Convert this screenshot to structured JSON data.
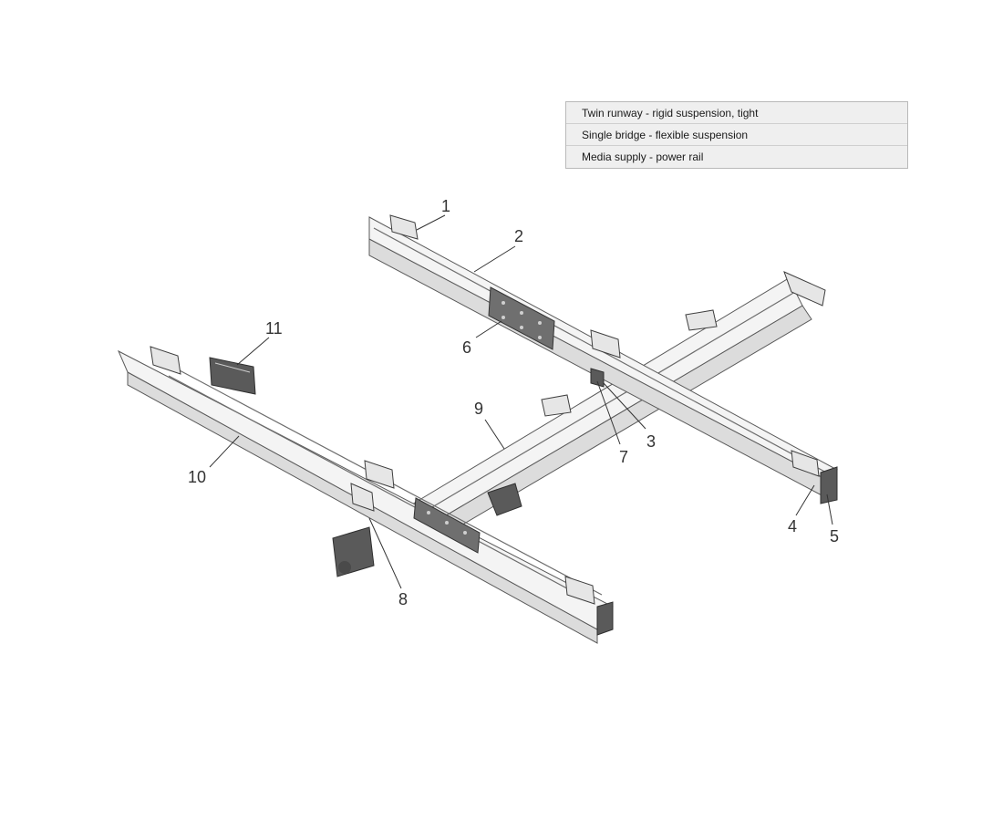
{
  "legend": {
    "rows": [
      "Twin runway - rigid suspension, tight",
      "Single bridge - flexible suspension",
      "Media supply - power rail"
    ]
  },
  "callouts": {
    "c1": "1",
    "c2": "2",
    "c3": "3",
    "c4": "4",
    "c5": "5",
    "c6": "6",
    "c7": "7",
    "c8": "8",
    "c9": "9",
    "c10": "10",
    "c11": "11"
  }
}
